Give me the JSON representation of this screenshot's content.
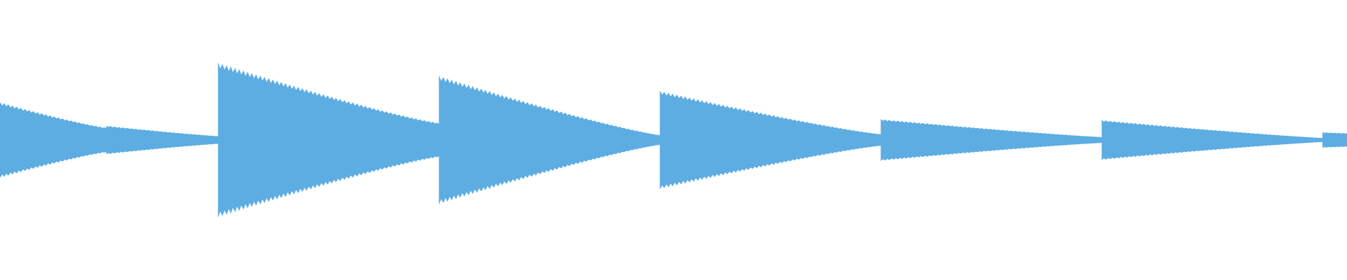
{
  "waveform": {
    "color": "#5DADE2",
    "background": "#FFFFFF",
    "duration_fraction_start": 0.0,
    "segments": [
      {
        "start": 0.0,
        "end": 0.079,
        "amp_start": 0.4,
        "amp_end": 0.13
      },
      {
        "start": 0.079,
        "end": 0.162,
        "amp_start": 0.15,
        "amp_end": 0.04
      },
      {
        "start": 0.162,
        "end": 0.326,
        "amp_start": 0.82,
        "amp_end": 0.18
      },
      {
        "start": 0.326,
        "end": 0.49,
        "amp_start": 0.68,
        "amp_end": 0.05
      },
      {
        "start": 0.49,
        "end": 0.654,
        "amp_start": 0.52,
        "amp_end": 0.06
      },
      {
        "start": 0.654,
        "end": 0.818,
        "amp_start": 0.22,
        "amp_end": 0.03
      },
      {
        "start": 0.818,
        "end": 0.982,
        "amp_start": 0.21,
        "amp_end": 0.02
      },
      {
        "start": 0.982,
        "end": 1.0,
        "amp_start": 0.08,
        "amp_end": 0.07
      }
    ]
  }
}
